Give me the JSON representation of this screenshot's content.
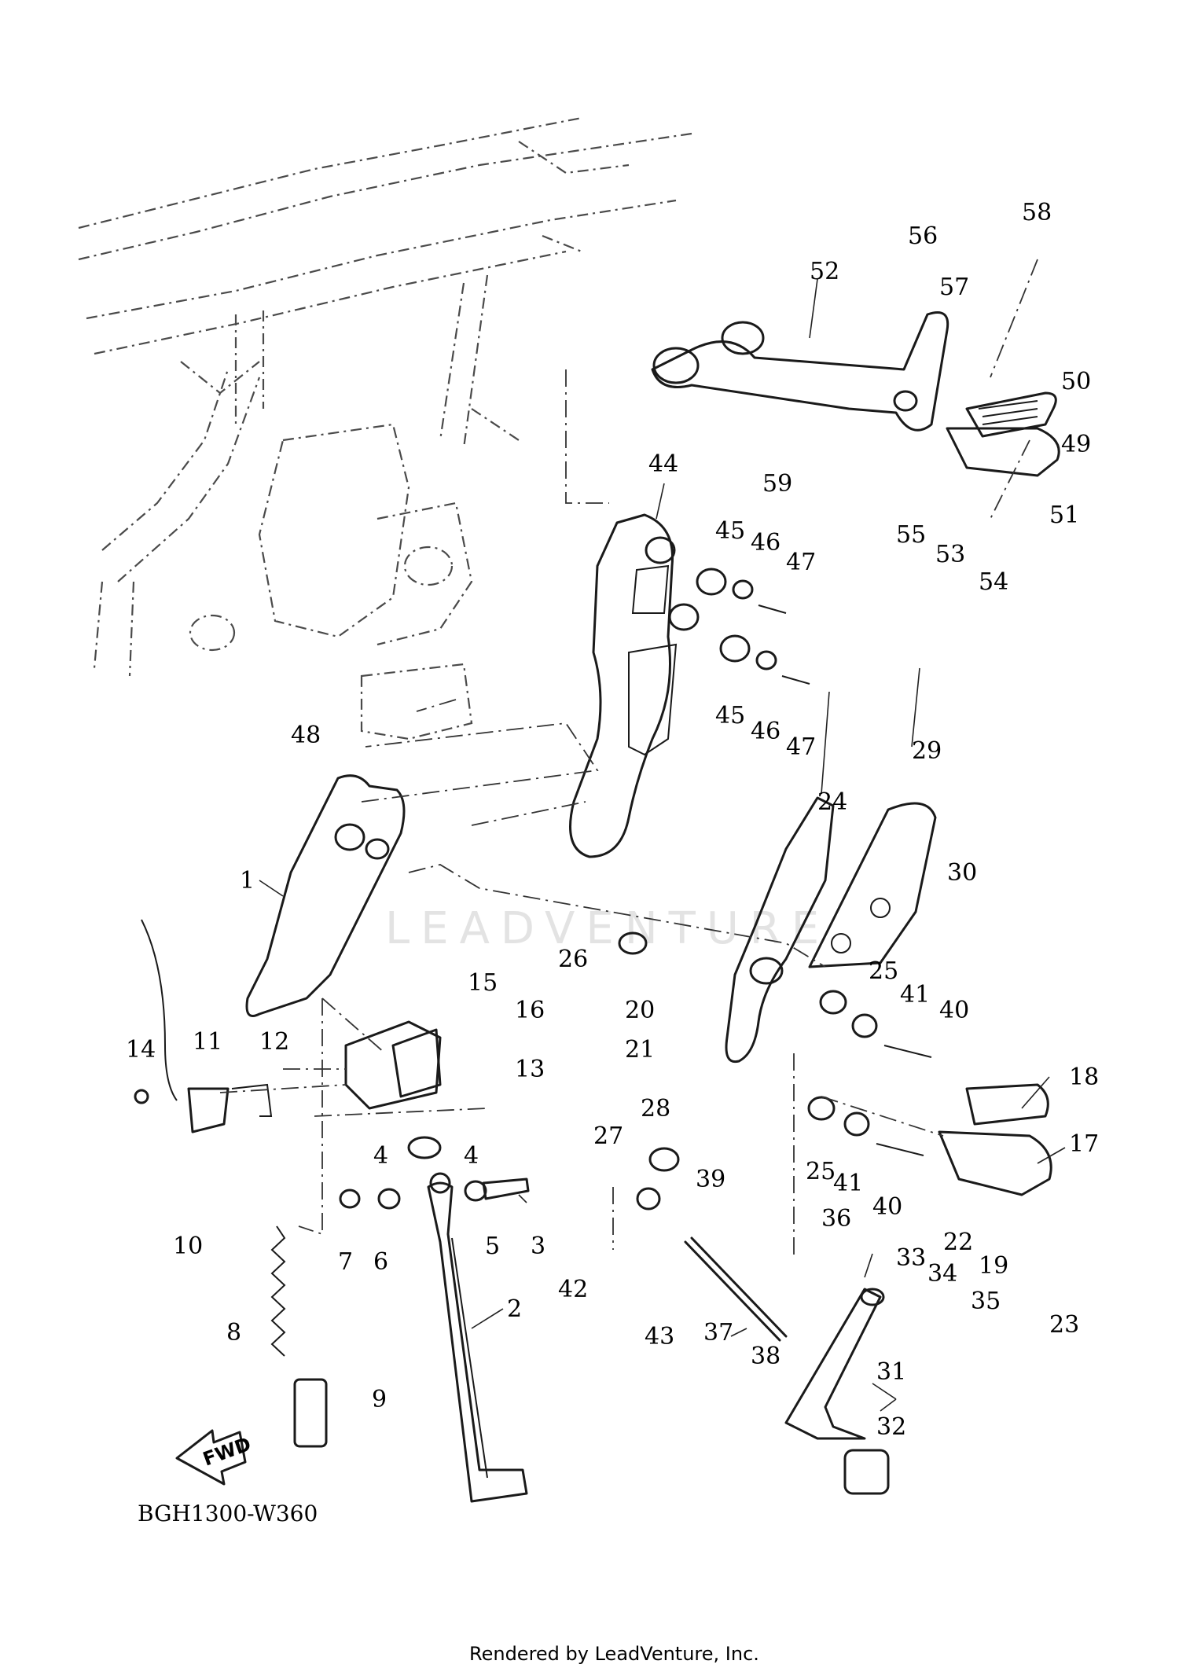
{
  "diagram_code": "BGH1300-W360",
  "render_credit": "Rendered by LeadVenture, Inc.",
  "watermark": "LEADVENTURE",
  "fwd_label": "FWD",
  "callouts": [
    {
      "num": "1"
    },
    {
      "num": "2"
    },
    {
      "num": "3"
    },
    {
      "num": "4"
    },
    {
      "num": "4"
    },
    {
      "num": "5"
    },
    {
      "num": "6"
    },
    {
      "num": "7"
    },
    {
      "num": "8"
    },
    {
      "num": "9"
    },
    {
      "num": "10"
    },
    {
      "num": "11"
    },
    {
      "num": "12"
    },
    {
      "num": "13"
    },
    {
      "num": "14"
    },
    {
      "num": "15"
    },
    {
      "num": "16"
    },
    {
      "num": "17"
    },
    {
      "num": "18"
    },
    {
      "num": "19"
    },
    {
      "num": "20"
    },
    {
      "num": "21"
    },
    {
      "num": "22"
    },
    {
      "num": "23"
    },
    {
      "num": "24"
    },
    {
      "num": "25"
    },
    {
      "num": "25"
    },
    {
      "num": "26"
    },
    {
      "num": "27"
    },
    {
      "num": "28"
    },
    {
      "num": "29"
    },
    {
      "num": "30"
    },
    {
      "num": "31"
    },
    {
      "num": "32"
    },
    {
      "num": "33"
    },
    {
      "num": "34"
    },
    {
      "num": "35"
    },
    {
      "num": "36"
    },
    {
      "num": "37"
    },
    {
      "num": "38"
    },
    {
      "num": "39"
    },
    {
      "num": "40"
    },
    {
      "num": "40"
    },
    {
      "num": "41"
    },
    {
      "num": "41"
    },
    {
      "num": "42"
    },
    {
      "num": "43"
    },
    {
      "num": "44"
    },
    {
      "num": "45"
    },
    {
      "num": "45"
    },
    {
      "num": "46"
    },
    {
      "num": "46"
    },
    {
      "num": "47"
    },
    {
      "num": "47"
    },
    {
      "num": "48"
    },
    {
      "num": "49"
    },
    {
      "num": "50"
    },
    {
      "num": "51"
    },
    {
      "num": "52"
    },
    {
      "num": "53"
    },
    {
      "num": "54"
    },
    {
      "num": "55"
    },
    {
      "num": "56"
    },
    {
      "num": "57"
    },
    {
      "num": "58"
    },
    {
      "num": "59"
    }
  ]
}
